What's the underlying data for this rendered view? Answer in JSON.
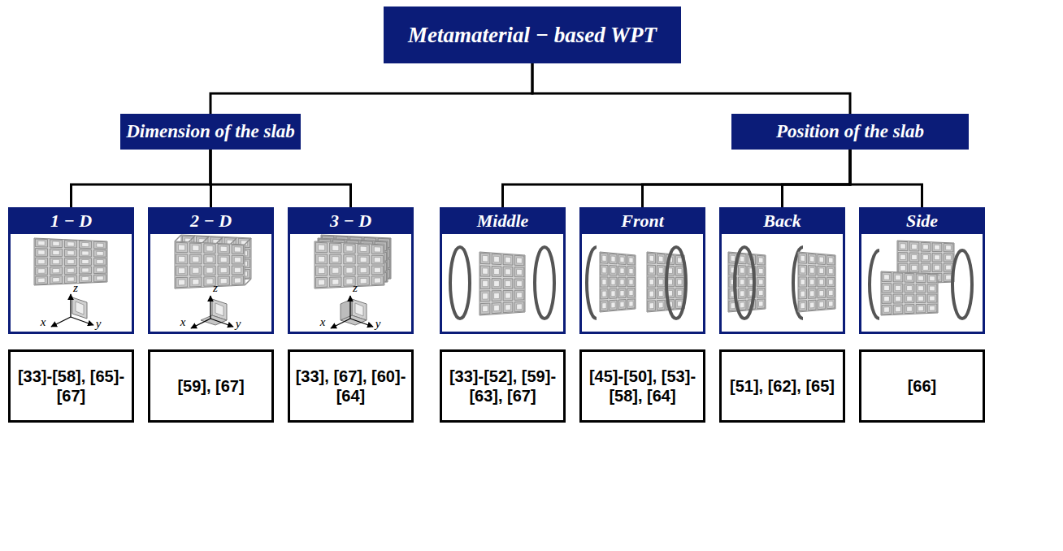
{
  "diagram": {
    "nodes": [
      {
        "text": [
          "Metamaterial − based WPT"
        ]
      },
      {
        "text": [
          "Dimension of the slab"
        ]
      },
      {
        "text": [
          "Position of the slab"
        ]
      },
      {
        "text": [
          "1 − D"
        ]
      },
      {
        "text": [
          "2 − D"
        ]
      },
      {
        "text": [
          "3 − D"
        ]
      },
      {
        "text": [
          "Middle"
        ]
      },
      {
        "text": [
          "Front"
        ]
      },
      {
        "text": [
          "Back"
        ]
      },
      {
        "text": [
          "Side"
        ]
      },
      {
        "text": [
          "[33]-[58], [65]-[67]"
        ]
      },
      {
        "text": [
          "[59], [67]"
        ]
      },
      {
        "text": [
          "[33], [67], [60]-[64]"
        ]
      },
      {
        "text": [
          "[33]-[52], [59]-[63], [67]"
        ]
      },
      {
        "text": [
          "[45]-[50], [53]-[58], [64]"
        ]
      },
      {
        "text": [
          "[51], [62], [65]"
        ]
      },
      {
        "text": [
          "[66]"
        ]
      }
    ],
    "edges": [
      {
        "from": 0,
        "to": 1,
        "arrow": "none"
      },
      {
        "from": 0,
        "to": 2,
        "arrow": "none"
      },
      {
        "from": 1,
        "to": 3,
        "arrow": "none"
      },
      {
        "from": 1,
        "to": 4,
        "arrow": "none"
      },
      {
        "from": 1,
        "to": 5,
        "arrow": "none"
      },
      {
        "from": 2,
        "to": 6,
        "arrow": "none"
      },
      {
        "from": 2,
        "to": 7,
        "arrow": "none"
      },
      {
        "from": 2,
        "to": 8,
        "arrow": "none"
      },
      {
        "from": 2,
        "to": 9,
        "arrow": "none"
      }
    ],
    "labels": [
      "z",
      "x",
      "y",
      "z",
      "x",
      "y",
      "z",
      "x",
      "y"
    ]
  }
}
